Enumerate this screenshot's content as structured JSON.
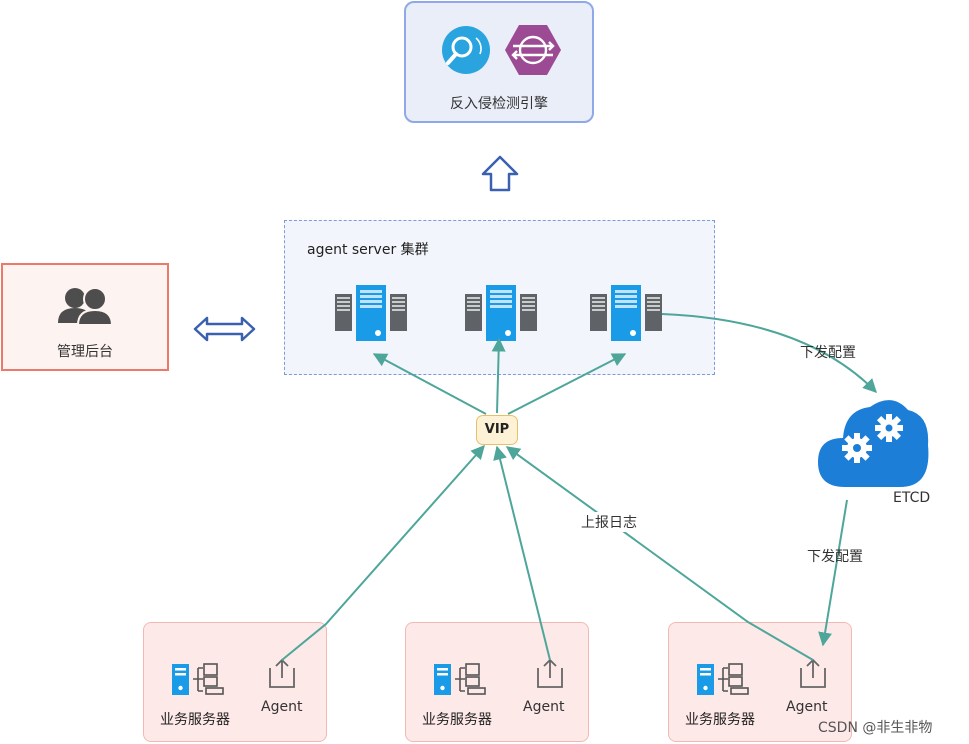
{
  "engine": {
    "label": "反入侵检测引擎"
  },
  "cluster": {
    "title": "agent server 集群"
  },
  "admin": {
    "label": "管理后台"
  },
  "vip": {
    "label": "VIP"
  },
  "etcd": {
    "label": "ETCD"
  },
  "edges": {
    "push_config_top": "下发配置",
    "push_config_bottom": "下发配置",
    "report_logs": "上报日志"
  },
  "business": [
    {
      "label": "业务服务器",
      "agent": "Agent"
    },
    {
      "label": "业务服务器",
      "agent": "Agent"
    },
    {
      "label": "业务服务器",
      "agent": "Agent"
    }
  ],
  "watermark": "CSDN @非生非物",
  "colors": {
    "arrow": "#4ea69a",
    "server_blue": "#1a9be8",
    "server_gray": "#5f6266",
    "cloud_blue": "#1c7ed6",
    "admin_border": "#ec7a6a",
    "engine_border": "#8fa8e8"
  }
}
